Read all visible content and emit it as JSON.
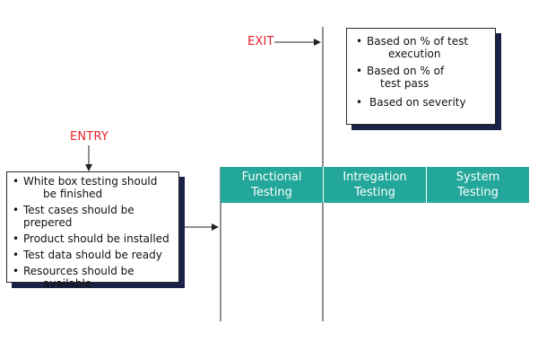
{
  "diagram": {
    "exit": {
      "label": "EXIT",
      "criteria": [
        {
          "line1": "Based on % of test",
          "line2": "execution"
        },
        {
          "line1": "Based on % of",
          "line2": "test pass"
        },
        {
          "line1": "Based on severity",
          "line2": ""
        }
      ]
    },
    "entry": {
      "label": "ENTRY",
      "criteria": [
        {
          "line1": "White box testing should",
          "line2": "be finished"
        },
        {
          "line1": "Test cases should be prepered",
          "line2": ""
        },
        {
          "line1": "Product should be installed",
          "line2": ""
        },
        {
          "line1": "Test data should be ready",
          "line2": ""
        },
        {
          "line1": "Resources should be",
          "line2": "available"
        }
      ]
    },
    "phases": [
      {
        "line1": "Functional",
        "line2": "Testing"
      },
      {
        "line1": "Intregation",
        "line2": "Testing"
      },
      {
        "line1": "System",
        "line2": "Testing"
      }
    ],
    "colors": {
      "label_red": "#e8202a",
      "phase_teal": "#22a79a",
      "box_shadow": "#1a2248",
      "line": "#222222"
    }
  }
}
